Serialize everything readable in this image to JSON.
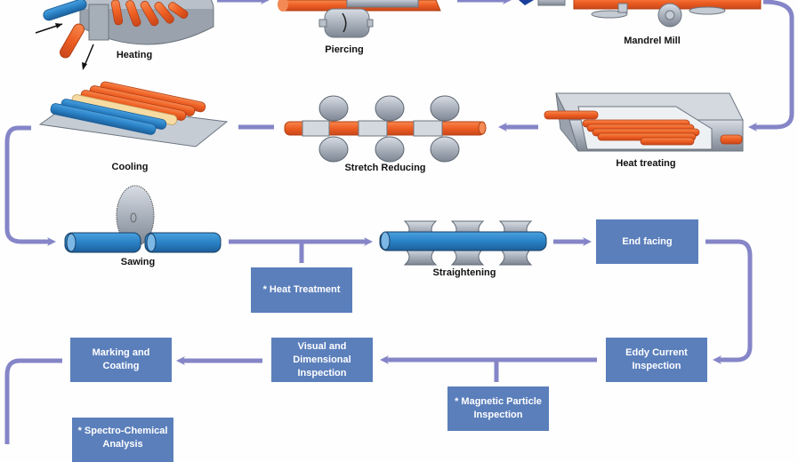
{
  "diagram": {
    "title": "Seamless steel pipe manufacturing process",
    "colors": {
      "arrow": "#8585c8",
      "box_fill": "#5b7fbb",
      "box_text": "#ffffff",
      "hot_pipe": "#f0652a",
      "cold_pipe": "#2f86c8",
      "steel": "#aab3bf"
    },
    "stages": [
      {
        "id": "heating",
        "label": "Heating",
        "kind": "illustration"
      },
      {
        "id": "piercing",
        "label": "Piercing",
        "kind": "illustration"
      },
      {
        "id": "mandrel-mill",
        "label": "Mandrel Mill",
        "kind": "illustration"
      },
      {
        "id": "heat-treating",
        "label": "Heat treating",
        "kind": "illustration"
      },
      {
        "id": "stretch-reducing",
        "label": "Stretch Reducing",
        "kind": "illustration"
      },
      {
        "id": "cooling",
        "label": "Cooling",
        "kind": "illustration"
      },
      {
        "id": "sawing",
        "label": "Sawing",
        "kind": "illustration"
      },
      {
        "id": "straightening",
        "label": "Straightening",
        "kind": "illustration"
      },
      {
        "id": "end-facing",
        "label": "End facing",
        "kind": "box"
      },
      {
        "id": "eddy-current",
        "label": "Eddy Current Inspection",
        "kind": "box"
      },
      {
        "id": "visual-dimensional",
        "label": "Visual and Dimensional Inspection",
        "kind": "box"
      },
      {
        "id": "marking-coating",
        "label": "Marking and Coating",
        "kind": "box"
      }
    ],
    "optional_steps": [
      {
        "id": "heat-treatment",
        "label": "* Heat Treatment",
        "branch_from": "sawing"
      },
      {
        "id": "magnetic-particle",
        "label": "* Magnetic Particle Inspection",
        "branch_from": "eddy-current"
      },
      {
        "id": "spectro-chemical",
        "label": "* Spectro-Chemical Analysis",
        "branch_from": "marking-coating"
      }
    ],
    "box_lines": {
      "end-facing": [
        "End facing"
      ],
      "eddy-current": [
        "Eddy Current",
        "Inspection"
      ],
      "visual-dimensional": [
        "Visual and",
        "Dimensional",
        "Inspection"
      ],
      "marking-coating": [
        "Marking and",
        "Coating"
      ],
      "heat-treatment": [
        "* Heat Treatment"
      ],
      "magnetic-particle": [
        "* Magnetic Particle",
        "Inspection"
      ],
      "spectro-chemical": [
        "* Spectro-Chemical",
        "Analysis"
      ]
    }
  }
}
